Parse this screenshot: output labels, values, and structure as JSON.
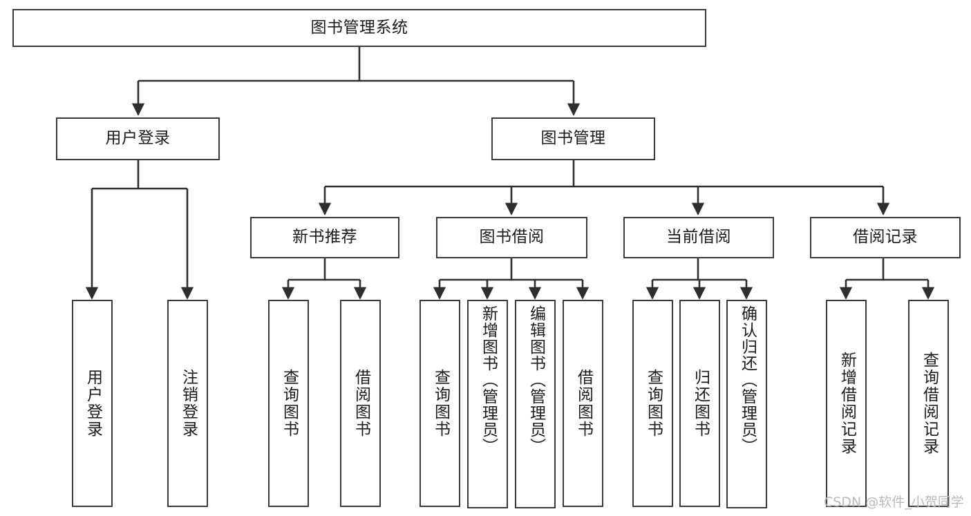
{
  "diagram": {
    "type": "tree",
    "title": "图书管理系统",
    "orientation": "top-down",
    "colors": {
      "node_border": "#3a3a3a",
      "node_fill": "#ffffff",
      "edge": "#2e2e2e",
      "text": "#1b1b1b",
      "watermark": "#b9b9b9",
      "background": "#ffffff"
    },
    "root": {
      "label": "图书管理系统"
    },
    "level2": [
      {
        "label": "用户登录"
      },
      {
        "label": "图书管理"
      }
    ],
    "level3": [
      {
        "label": "新书推荐"
      },
      {
        "label": "图书借阅"
      },
      {
        "label": "当前借阅"
      },
      {
        "label": "借阅记录"
      }
    ],
    "leaves": {
      "user_login": [
        {
          "label": "用户登录"
        },
        {
          "label": "注销登录"
        }
      ],
      "new_book_recommend": [
        {
          "label": "查询图书"
        },
        {
          "label": "借阅图书"
        }
      ],
      "book_borrow": [
        {
          "label": "查询图书"
        },
        {
          "label": "新增图书（管理员）"
        },
        {
          "label": "编辑图书（管理员）"
        },
        {
          "label": "借阅图书"
        }
      ],
      "current_borrow": [
        {
          "label": "查询图书"
        },
        {
          "label": "归还图书"
        },
        {
          "label": "确认归还（管理员）"
        }
      ],
      "borrow_records": [
        {
          "label": "新增借阅记录"
        },
        {
          "label": "查询借阅记录"
        }
      ]
    }
  },
  "watermark": {
    "text": "CSDN @软件_小贺同学"
  }
}
